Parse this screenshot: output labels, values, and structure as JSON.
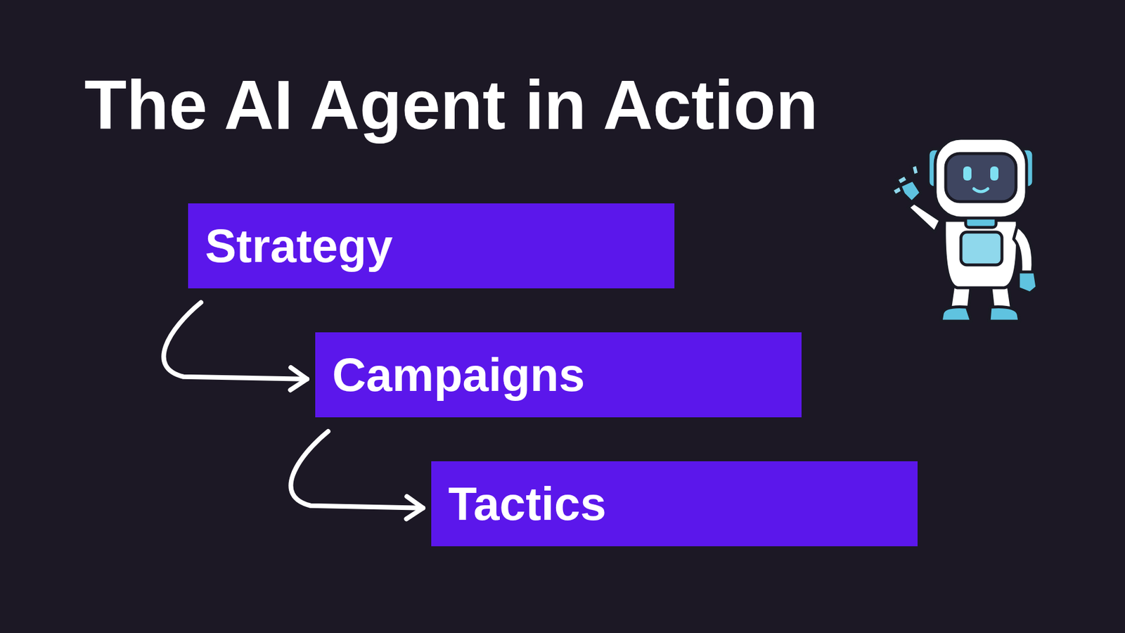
{
  "diagram": {
    "title": "The AI Agent in Action",
    "nodes": [
      {
        "text": [
          "Strategy"
        ]
      },
      {
        "text": [
          "Campaigns"
        ]
      },
      {
        "text": [
          "Tactics"
        ]
      }
    ],
    "edges": [
      {
        "from": 0,
        "to": 1,
        "arrow": "to"
      },
      {
        "from": 1,
        "to": 2,
        "arrow": "to"
      }
    ]
  }
}
